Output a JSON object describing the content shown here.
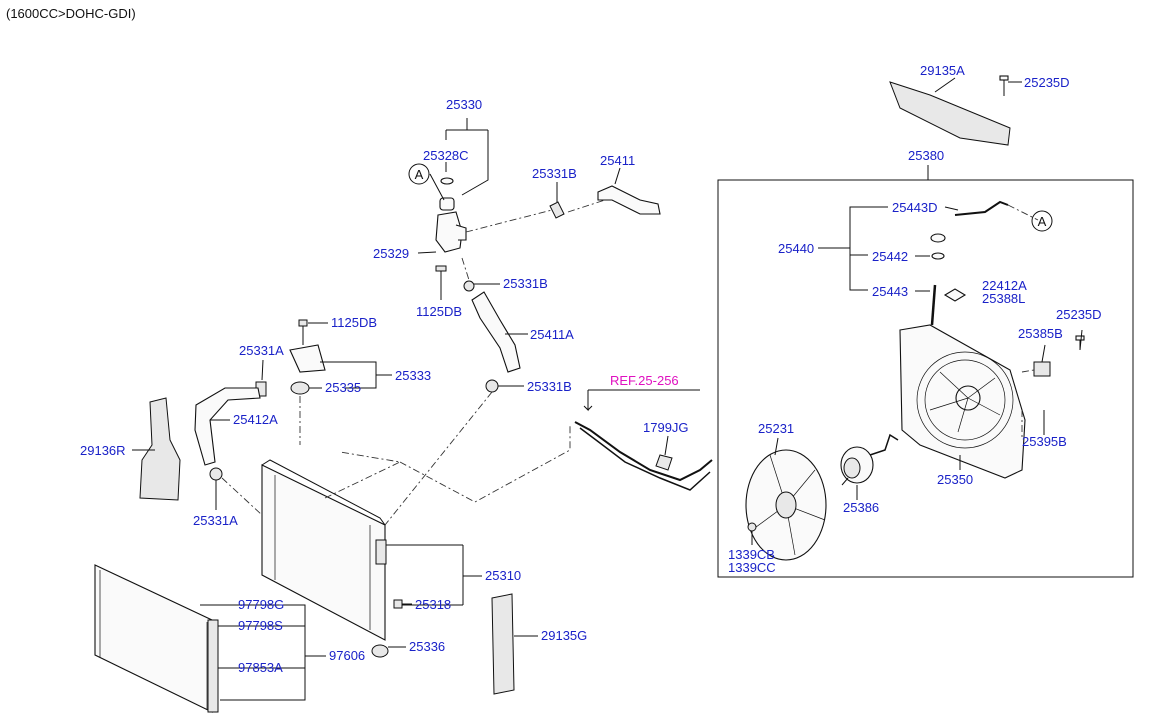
{
  "header": "(1600CC>DOHC-GDI)",
  "callout_letter": "A",
  "ref_label": "REF.25-256",
  "labels": {
    "p25330": "25330",
    "p25328C": "25328C",
    "p25331B_top": "25331B",
    "p25411": "25411",
    "p25329": "25329",
    "p25331B_mid": "25331B",
    "p1125DB_a": "1125DB",
    "p1125DB_b": "1125DB",
    "p25411A": "25411A",
    "p25331A_top": "25331A",
    "p25333": "25333",
    "p25335": "25335",
    "p25331B_low": "25331B",
    "p25412A": "25412A",
    "p29136R": "29136R",
    "p25331A_low": "25331A",
    "p1799JG": "1799JG",
    "p25310": "25310",
    "p25318": "25318",
    "p97798G": "97798G",
    "p97798S": "97798S",
    "p97606": "97606",
    "p97853A": "97853A",
    "p25336": "25336",
    "p29135G": "29135G",
    "p29135A": "29135A",
    "p25235D_top": "25235D",
    "p25380": "25380",
    "p25443D": "25443D",
    "p25440": "25440",
    "p25442": "25442",
    "p25443": "25443",
    "p22412A": "22412A",
    "p25388L": "25388L",
    "p25235D_mid": "25235D",
    "p25385B": "25385B",
    "p25395B": "25395B",
    "p25231": "25231",
    "p25350": "25350",
    "p25386": "25386",
    "p1339CB": "1339CB",
    "p1339CC": "1339CC"
  }
}
